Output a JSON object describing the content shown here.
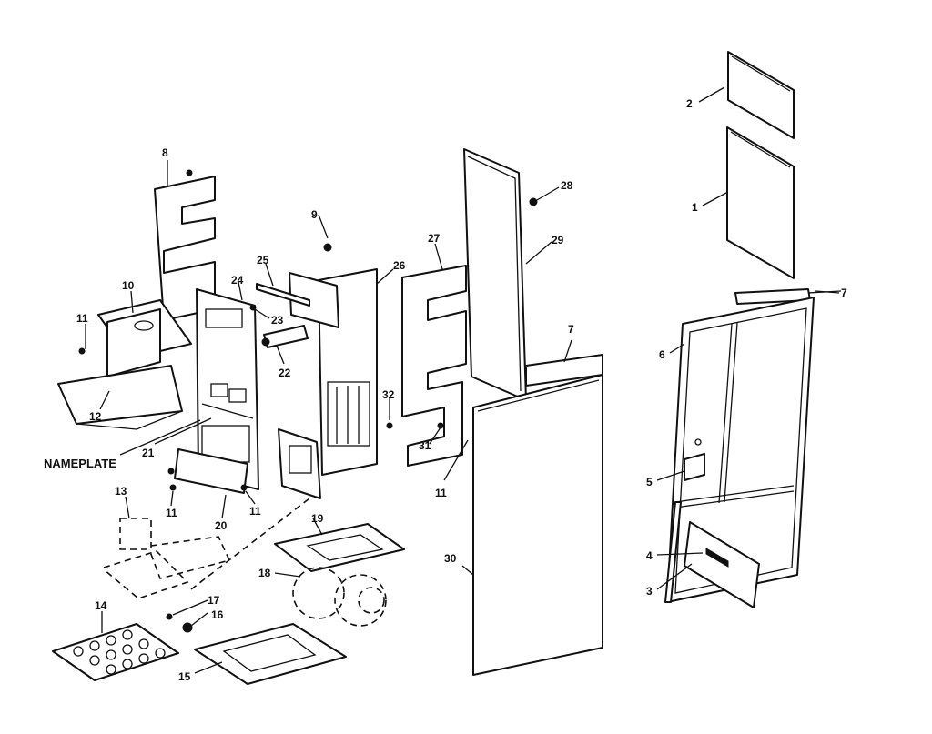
{
  "callouts": {
    "c1": "1",
    "c2": "2",
    "c3": "3",
    "c4": "4",
    "c5": "5",
    "c6": "6",
    "c7a": "7",
    "c7b": "7",
    "c8": "8",
    "c9": "9",
    "c10": "10",
    "c11a": "11",
    "c11b": "11",
    "c11c": "11",
    "c11d": "11",
    "c12": "12",
    "c13": "13",
    "c14": "14",
    "c15": "15",
    "c16": "16",
    "c17": "17",
    "c18": "18",
    "c19": "19",
    "c20": "20",
    "c21": "21",
    "c22": "22",
    "c23": "23",
    "c24": "24",
    "c25": "25",
    "c26": "26",
    "c27": "27",
    "c28": "28",
    "c29": "29",
    "c30": "30",
    "c31": "31",
    "c32": "32",
    "nameplate": "NAMEPLATE"
  }
}
